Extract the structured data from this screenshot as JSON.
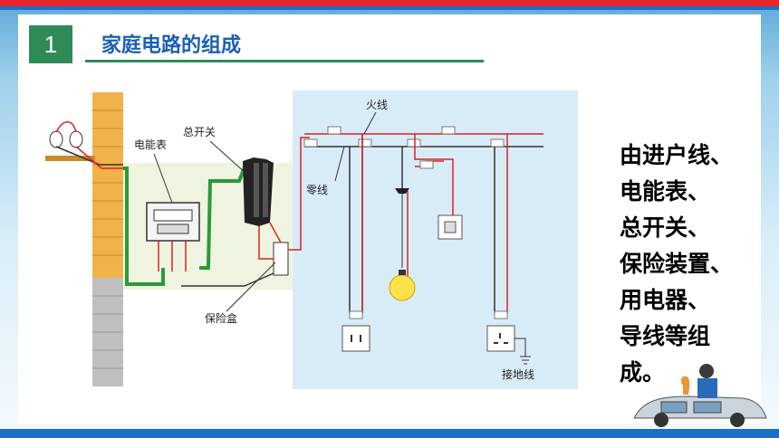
{
  "section_number": "1",
  "title": "家庭电路的组成",
  "labels": {
    "meter": "电能表",
    "main_switch": "总开关",
    "fuse_box": "保险盒",
    "live_wire": "火线",
    "neutral_wire": "零线",
    "ground_wire": "接地线"
  },
  "summary_text": "由进户线、\n电能表、\n总开关、\n保险装置、\n用电器、\n导线等组\n成。"
}
